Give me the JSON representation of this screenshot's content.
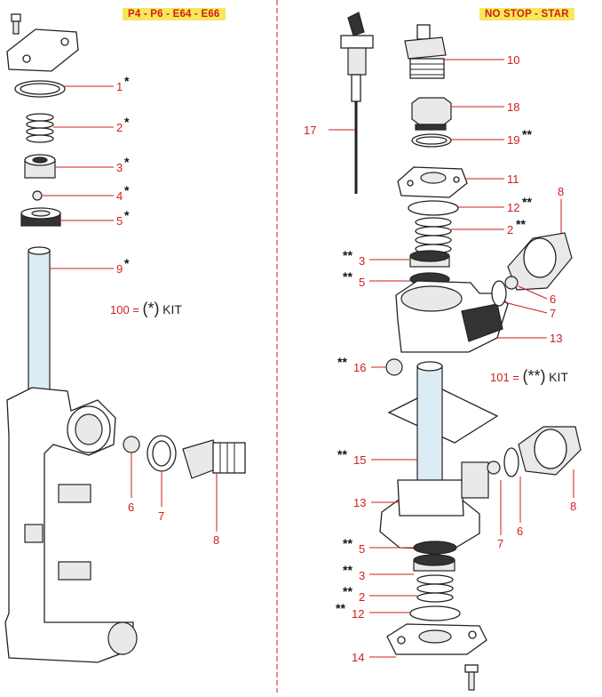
{
  "headers": {
    "left": "P4 - P6 - E64 - E66",
    "right": "NO STOP - STAR"
  },
  "kits": {
    "left": {
      "number": "100 =",
      "symbol": "(*)",
      "word": "KIT"
    },
    "right": {
      "number": "101 =",
      "symbol": "(**)",
      "word": "KIT"
    }
  },
  "left_labels": [
    {
      "num": "1",
      "stars": "*"
    },
    {
      "num": "2",
      "stars": "*"
    },
    {
      "num": "3",
      "stars": "*"
    },
    {
      "num": "4",
      "stars": "*"
    },
    {
      "num": "5",
      "stars": "*"
    },
    {
      "num": "9",
      "stars": "*"
    },
    {
      "num": "6",
      "stars": ""
    },
    {
      "num": "7",
      "stars": ""
    },
    {
      "num": "8",
      "stars": ""
    }
  ],
  "right_labels": [
    {
      "num": "10",
      "stars": ""
    },
    {
      "num": "18",
      "stars": ""
    },
    {
      "num": "19",
      "stars": "**"
    },
    {
      "num": "17",
      "stars": ""
    },
    {
      "num": "11",
      "stars": ""
    },
    {
      "num": "12",
      "stars": "**"
    },
    {
      "num": "8",
      "stars": ""
    },
    {
      "num": "2",
      "stars": "**"
    },
    {
      "num": "3",
      "stars": "**"
    },
    {
      "num": "5",
      "stars": "**"
    },
    {
      "num": "6",
      "stars": ""
    },
    {
      "num": "7",
      "stars": ""
    },
    {
      "num": "13",
      "stars": ""
    },
    {
      "num": "16",
      "stars": "**"
    },
    {
      "num": "15",
      "stars": "**"
    },
    {
      "num": "13",
      "stars": ""
    },
    {
      "num": "7",
      "stars": ""
    },
    {
      "num": "6",
      "stars": ""
    },
    {
      "num": "8",
      "stars": ""
    },
    {
      "num": "5",
      "stars": "**"
    },
    {
      "num": "3",
      "stars": "**"
    },
    {
      "num": "2",
      "stars": "**"
    },
    {
      "num": "12",
      "stars": "**"
    },
    {
      "num": "14",
      "stars": ""
    }
  ]
}
